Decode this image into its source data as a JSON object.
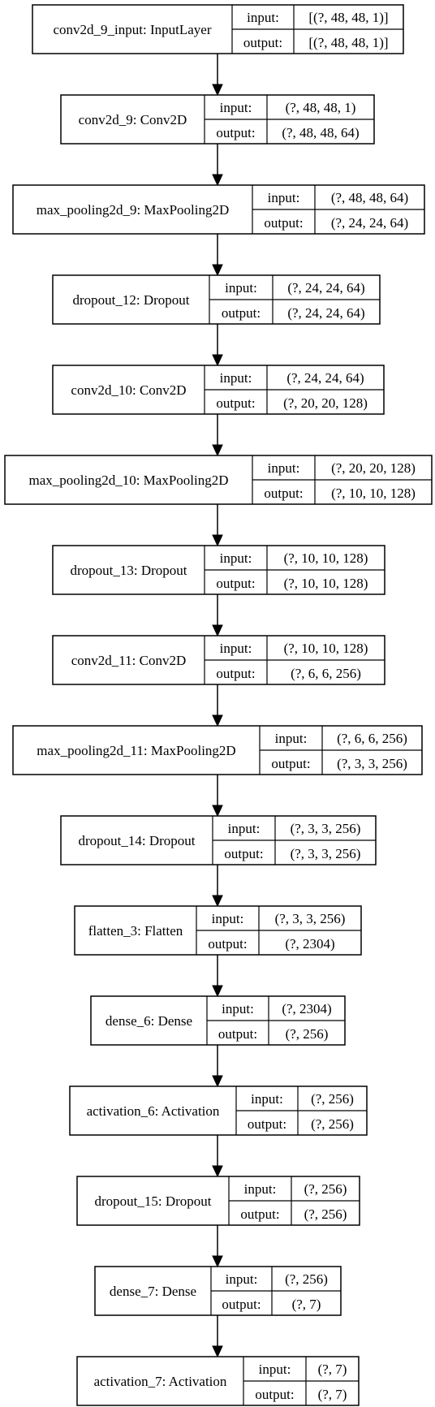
{
  "diagram": {
    "port_labels": {
      "input": "input:",
      "output": "output:"
    },
    "colors": {
      "stroke": "#000000",
      "fill": "#ffffff",
      "text": "#000000"
    },
    "layers": [
      {
        "name": "conv2d_9_input: InputLayer",
        "input": "[(?, 48, 48, 1)]",
        "output": "[(?, 48, 48, 1)]"
      },
      {
        "name": "conv2d_9: Conv2D",
        "input": "(?, 48, 48, 1)",
        "output": "(?, 48, 48, 64)"
      },
      {
        "name": "max_pooling2d_9: MaxPooling2D",
        "input": "(?, 48, 48, 64)",
        "output": "(?, 24, 24, 64)"
      },
      {
        "name": "dropout_12: Dropout",
        "input": "(?, 24, 24, 64)",
        "output": "(?, 24, 24, 64)"
      },
      {
        "name": "conv2d_10: Conv2D",
        "input": "(?, 24, 24, 64)",
        "output": "(?, 20, 20, 128)"
      },
      {
        "name": "max_pooling2d_10: MaxPooling2D",
        "input": "(?, 20, 20, 128)",
        "output": "(?, 10, 10, 128)"
      },
      {
        "name": "dropout_13: Dropout",
        "input": "(?, 10, 10, 128)",
        "output": "(?, 10, 10, 128)"
      },
      {
        "name": "conv2d_11: Conv2D",
        "input": "(?, 10, 10, 128)",
        "output": "(?, 6, 6, 256)"
      },
      {
        "name": "max_pooling2d_11: MaxPooling2D",
        "input": "(?, 6, 6, 256)",
        "output": "(?, 3, 3, 256)"
      },
      {
        "name": "dropout_14: Dropout",
        "input": "(?, 3, 3, 256)",
        "output": "(?, 3, 3, 256)"
      },
      {
        "name": "flatten_3: Flatten",
        "input": "(?, 3, 3, 256)",
        "output": "(?, 2304)"
      },
      {
        "name": "dense_6: Dense",
        "input": "(?, 2304)",
        "output": "(?, 256)"
      },
      {
        "name": "activation_6: Activation",
        "input": "(?, 256)",
        "output": "(?, 256)"
      },
      {
        "name": "dropout_15: Dropout",
        "input": "(?, 256)",
        "output": "(?, 256)"
      },
      {
        "name": "dense_7: Dense",
        "input": "(?, 256)",
        "output": "(?, 7)"
      },
      {
        "name": "activation_7: Activation",
        "input": "(?, 7)",
        "output": "(?, 7)"
      }
    ]
  }
}
